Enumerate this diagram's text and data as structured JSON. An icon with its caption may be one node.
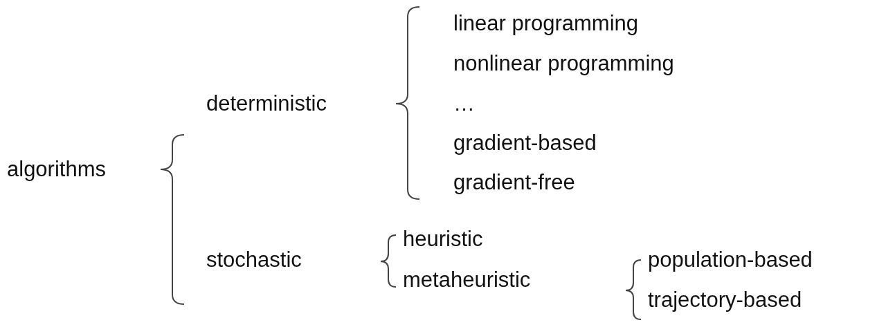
{
  "diagram": {
    "labels": [
      "algorithms",
      "deterministic",
      "linear programming",
      "nonlinear programming",
      "…",
      "gradient-based",
      "gradient-free",
      "stochastic",
      "heuristic",
      "metaheuristic",
      "population-based",
      "trajectory-based"
    ]
  }
}
